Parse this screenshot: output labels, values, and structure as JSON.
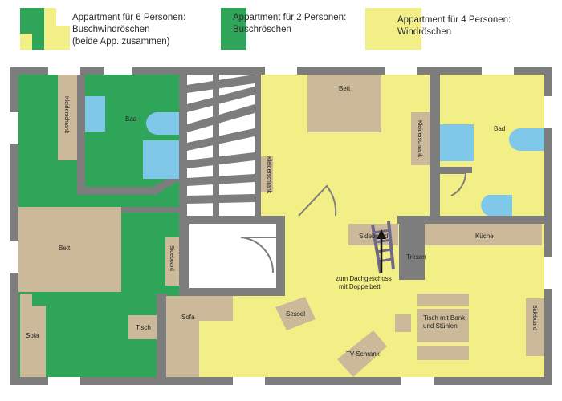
{
  "colors": {
    "green": "#2fa55a",
    "yellow": "#f2ef86",
    "wall": "#7d7d7d",
    "furniture": "#cbb99a",
    "water": "#7fc8ea",
    "white": "#ffffff",
    "ink": "#1a1a1a"
  },
  "legend": [
    {
      "lines": [
        "Appartment für 6 Personen:",
        "Buschwindröschen",
        "(beide App. zusammen)"
      ]
    },
    {
      "lines": [
        "Appartment für 2 Personen:",
        "Buschröschen"
      ]
    },
    {
      "lines": [
        "Appartment für 4 Personen:",
        "Windröschen"
      ]
    }
  ],
  "labels": {
    "kleiderschrank_left": "Kleiderschrank",
    "bad_left": "Bad",
    "bett_left": "Bett",
    "sofa_left": "Sofa",
    "sideboard_left": "Sideboard",
    "tisch_left": "Tisch",
    "kleiderschrank_stair": "Kleiderschrank",
    "bett_top": "Bett",
    "kleiderschrank_right": "Kleiderschrank",
    "bad_right": "Bad",
    "sideboard_middle": "Sideboard",
    "kueche": "Küche",
    "tresen": "Tresen",
    "dachgeschoss_line1": "zum Dachgeschoss",
    "dachgeschoss_line2": "mit Doppelbett",
    "sofa_right": "Sofa",
    "sessel": "Sessel",
    "tisch_bank_line1": "Tisch mit Bank",
    "tisch_bank_line2": "und Stühlen",
    "sideboard_right": "Sideboard",
    "tv_schrank": "TV-Schrank"
  },
  "icons": {
    "ladder": "ladder-icon",
    "arrow": "arrow-up-icon"
  }
}
